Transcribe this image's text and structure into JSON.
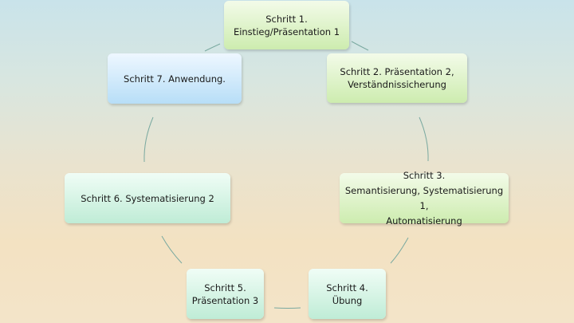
{
  "diagram": {
    "steps": [
      {
        "id": "step1",
        "lines": [
          "Schritt 1.",
          "Einstieg/Präsentation 1"
        ]
      },
      {
        "id": "step2",
        "lines": [
          "Schritt 2. Präsentation 2,",
          "Verständnissicherung"
        ]
      },
      {
        "id": "step3",
        "lines": [
          "Schritt 3.",
          "Semantisierung, Systematisierung 1,",
          "Automatisierung"
        ]
      },
      {
        "id": "step4",
        "lines": [
          "Schritt 4.",
          "Übung"
        ]
      },
      {
        "id": "step5",
        "lines": [
          "Schritt 5.",
          "Präsentation 3"
        ]
      },
      {
        "id": "step6",
        "lines": [
          "Schritt 6. Systematisierung 2"
        ]
      },
      {
        "id": "step7",
        "lines": [
          "Schritt 7. Anwendung."
        ]
      }
    ],
    "colors": {
      "connector": "#7aa9a0",
      "green_box": "#cdecaf",
      "blue_box": "#b7def7",
      "teal_box": "#bfecd6"
    }
  }
}
